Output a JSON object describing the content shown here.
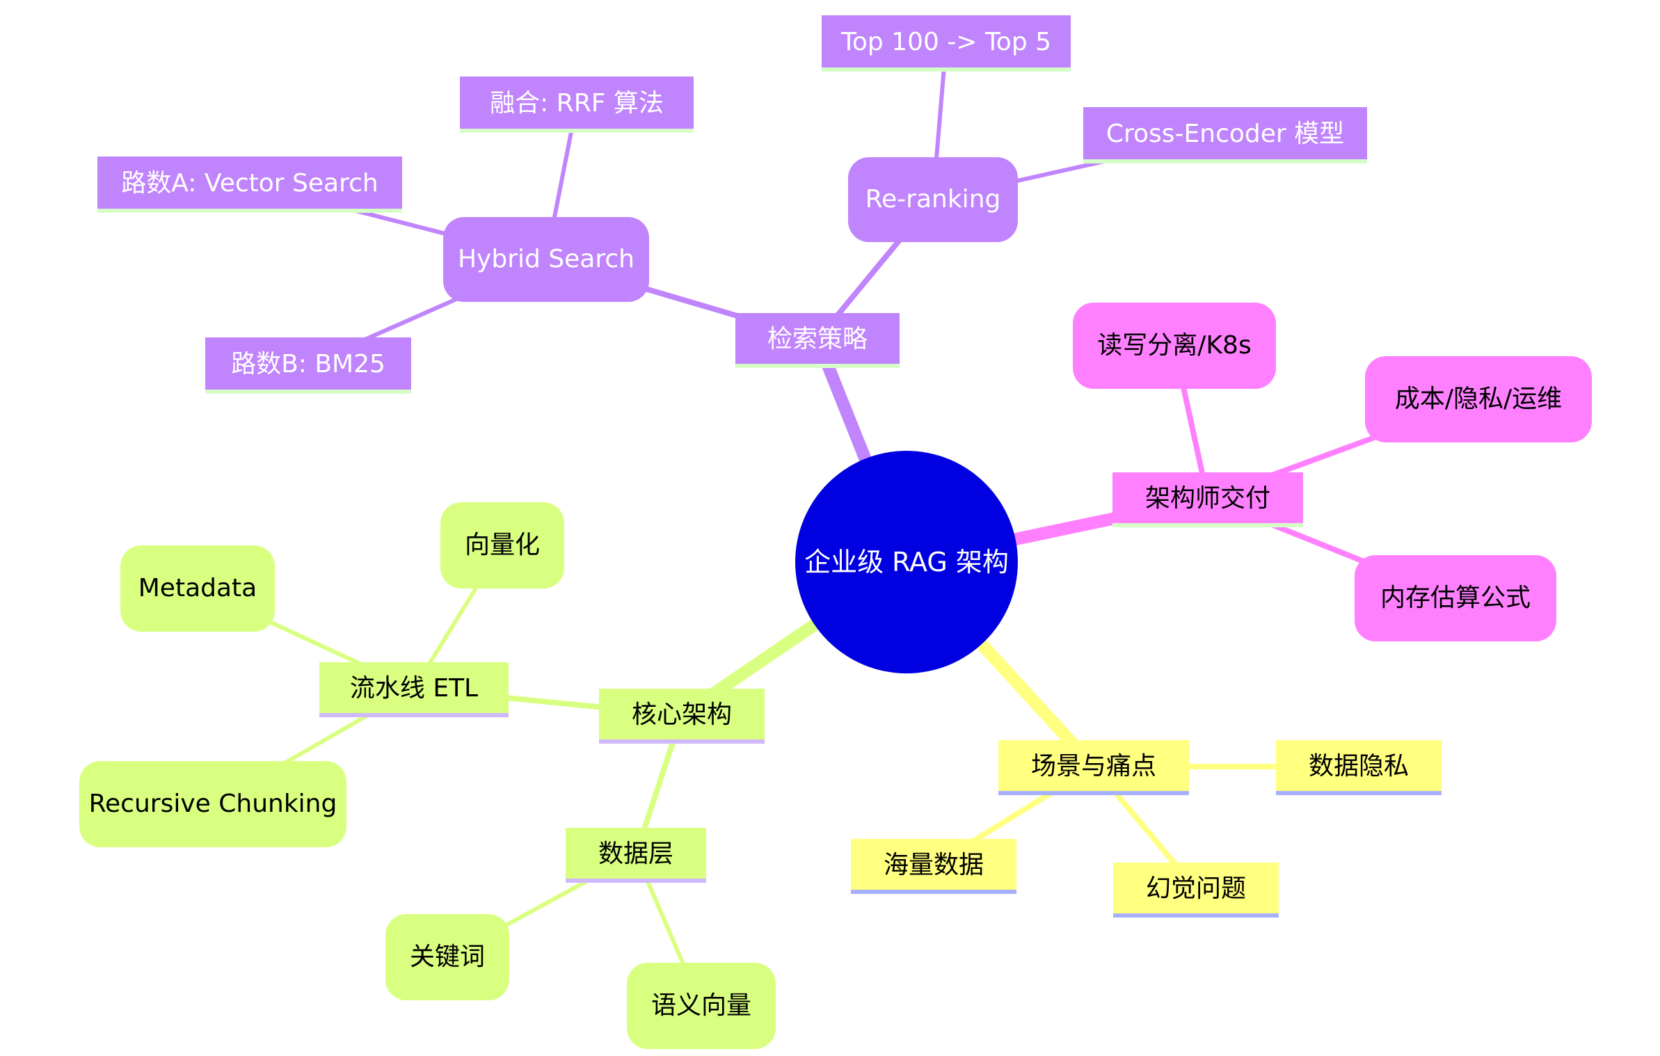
{
  "colors": {
    "root": "#0000e0",
    "purple": "#c084fc",
    "purple_edge": "#c084fc",
    "pink": "#ff80ff",
    "pink_edge": "#ff80ff",
    "yellow": "#ffff80",
    "yellow_edge": "#ffff80",
    "green": "#d9ff80",
    "green_edge": "#d9ff80",
    "underline_green": "#d6ffc8",
    "underline_blue": "#a7b0ff",
    "underline_lavender": "#d0b8ff"
  },
  "mindmap": {
    "root": {
      "id": "root",
      "label": "企业级 RAG 架构"
    },
    "branches": [
      {
        "id": "retrieval",
        "label": "检索策略",
        "color": "purple",
        "children": [
          {
            "id": "hybrid",
            "label": "Hybrid Search",
            "children": [
              {
                "id": "rrf",
                "label": "融合: RRF 算法"
              },
              {
                "id": "pathA",
                "label": "路数A: Vector Search"
              },
              {
                "id": "pathB",
                "label": "路数B: BM25"
              }
            ]
          },
          {
            "id": "rerank",
            "label": "Re-ranking",
            "children": [
              {
                "id": "top",
                "label": "Top 100 -> Top 5"
              },
              {
                "id": "crossenc",
                "label": "Cross-Encoder 模型"
              }
            ]
          }
        ]
      },
      {
        "id": "architect",
        "label": "架构师交付",
        "color": "pink",
        "children": [
          {
            "id": "rw",
            "label": "读写分离/K8s"
          },
          {
            "id": "cost",
            "label": "成本/隐私/运维"
          },
          {
            "id": "mem",
            "label": "内存估算公式"
          }
        ]
      },
      {
        "id": "scene",
        "label": "场景与痛点",
        "color": "yellow",
        "children": [
          {
            "id": "privacy",
            "label": "数据隐私"
          },
          {
            "id": "massive",
            "label": "海量数据"
          },
          {
            "id": "halluc",
            "label": "幻觉问题"
          }
        ]
      },
      {
        "id": "core",
        "label": "核心架构",
        "color": "green",
        "children": [
          {
            "id": "etl",
            "label": "流水线 ETL",
            "children": [
              {
                "id": "vectorize",
                "label": "向量化"
              },
              {
                "id": "metadata",
                "label": "Metadata"
              },
              {
                "id": "chunking",
                "label": "Recursive Chunking"
              }
            ]
          },
          {
            "id": "datalayer",
            "label": "数据层",
            "children": [
              {
                "id": "keyword",
                "label": "关键词"
              },
              {
                "id": "semantic",
                "label": "语义向量"
              }
            ]
          }
        ]
      }
    ]
  }
}
